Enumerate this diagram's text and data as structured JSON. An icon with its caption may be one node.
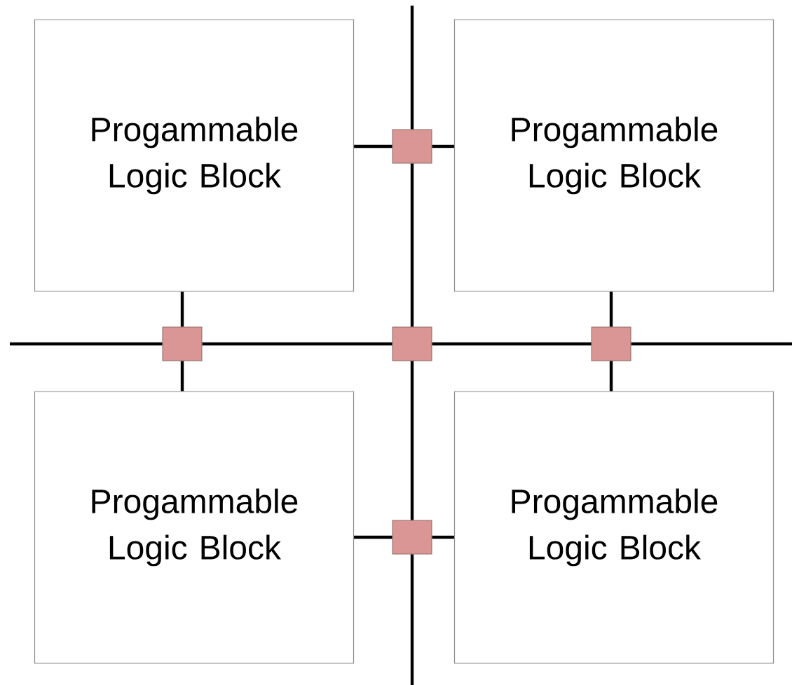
{
  "diagram": {
    "nodes": [
      {
        "text": [
          "Progammable Logic Block"
        ]
      },
      {
        "text": [
          "Progammable Logic Block"
        ]
      },
      {
        "text": [
          "Progammable Logic Block"
        ]
      },
      {
        "text": [
          "Progammable Logic Block"
        ]
      },
      {
        "text": [],
        "shape": "box"
      },
      {
        "text": [],
        "shape": "box"
      },
      {
        "text": [],
        "shape": "box"
      },
      {
        "text": [],
        "shape": "box"
      },
      {
        "text": [],
        "shape": "box"
      }
    ],
    "edges": [
      {
        "from": 0,
        "to": 4,
        "arrow": "none"
      },
      {
        "from": 4,
        "to": 1,
        "arrow": "none"
      },
      {
        "from": 0,
        "to": 5,
        "arrow": "none"
      },
      {
        "from": 5,
        "to": 2,
        "arrow": "none"
      },
      {
        "from": 1,
        "to": 7,
        "arrow": "none"
      },
      {
        "from": 7,
        "to": 3,
        "arrow": "none"
      },
      {
        "from": 2,
        "to": 8,
        "arrow": "none"
      },
      {
        "from": 8,
        "to": 3,
        "arrow": "none"
      },
      {
        "from": null,
        "to": 4,
        "arrow": "none"
      },
      {
        "from": 4,
        "to": 6,
        "arrow": "none"
      },
      {
        "from": 6,
        "to": 8,
        "arrow": "none"
      },
      {
        "from": 8,
        "to": null,
        "arrow": "none"
      },
      {
        "from": null,
        "to": 5,
        "arrow": "none"
      },
      {
        "from": 5,
        "to": 6,
        "arrow": "none"
      },
      {
        "from": 6,
        "to": 7,
        "arrow": "none"
      },
      {
        "from": 7,
        "to": null,
        "arrow": "none"
      }
    ]
  }
}
